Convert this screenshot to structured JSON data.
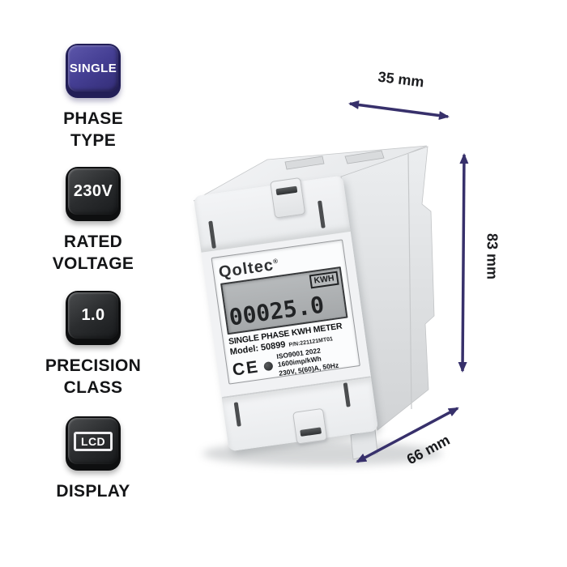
{
  "features": [
    {
      "badge_text": "SINGLE",
      "label_line1": "PHASE",
      "label_line2": "TYPE",
      "style": "purple"
    },
    {
      "badge_text": "230V",
      "label_line1": "RATED",
      "label_line2": "VOLTAGE",
      "style": "black"
    },
    {
      "badge_text": "1.0",
      "label_line1": "PRECISION",
      "label_line2": "CLASS",
      "style": "black"
    },
    {
      "badge_text": "LCD",
      "label_line1": "DISPLAY",
      "label_line2": "",
      "style": "black",
      "framed": true
    }
  ],
  "meter": {
    "brand": "Qoltec",
    "registered_mark": "®",
    "display": {
      "unit": "KWH",
      "reading": "00025.0"
    },
    "label": {
      "title": "SINGLE PHASE KWH METER",
      "model": "Model: 50899",
      "part_number": "P/N:221121MT01",
      "certification": "CE",
      "specs": [
        "ISO9001 2022",
        "1600imp/kWh",
        "230V, 5(60)A, 50Hz"
      ]
    }
  },
  "dimensions": {
    "width": "35 mm",
    "height": "83 mm",
    "depth": "66 mm"
  },
  "colors": {
    "arrow": "#37306b",
    "badge_purple": "#453f94",
    "badge_dark": "#2b2d2f",
    "lcd_background": "#aeb1b3",
    "background": "#ffffff"
  }
}
